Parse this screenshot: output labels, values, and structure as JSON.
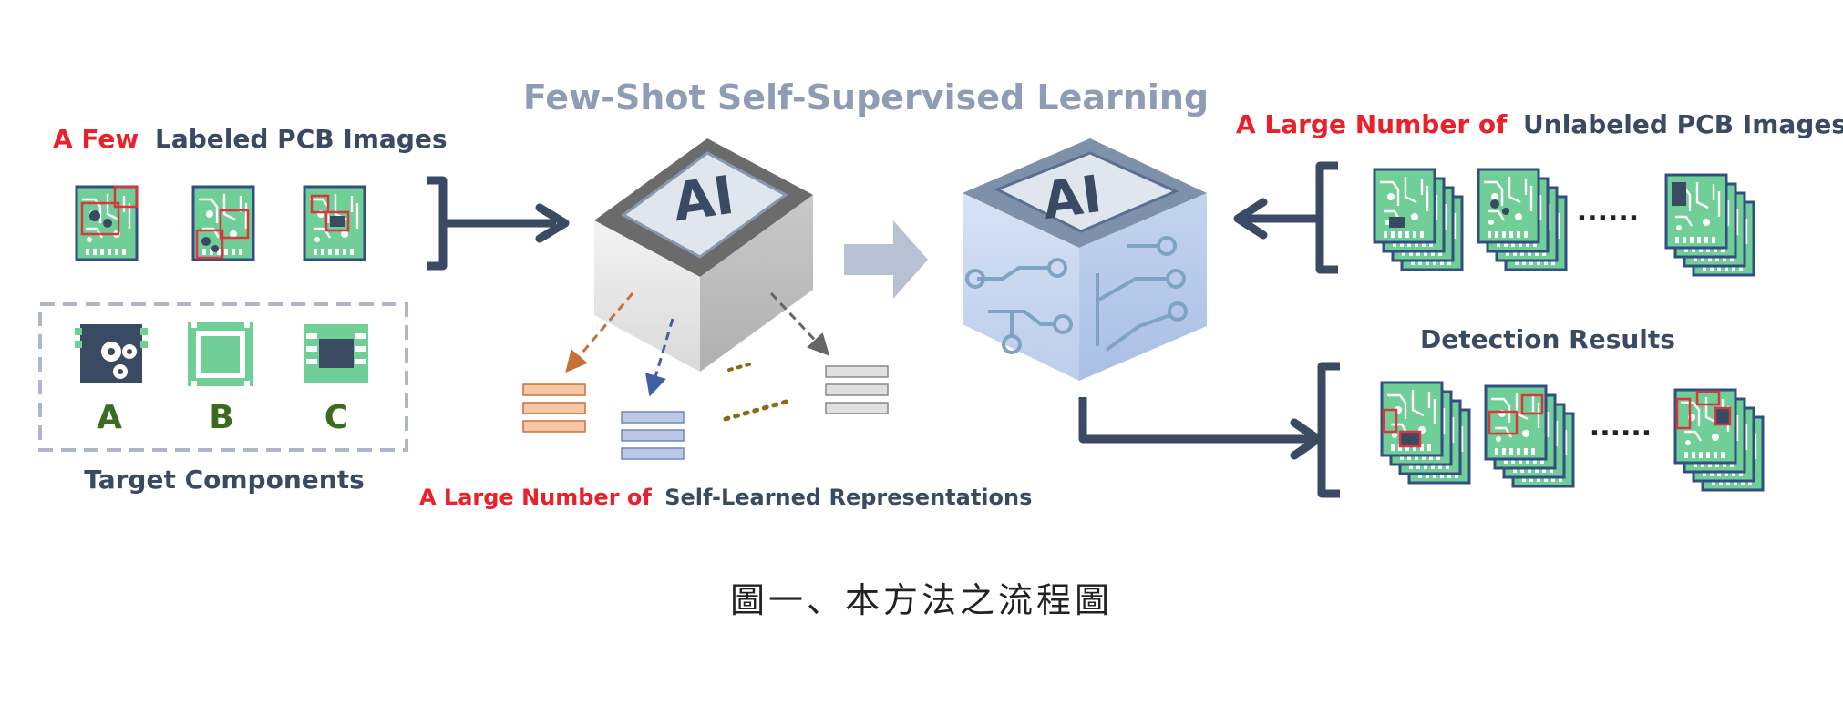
{
  "left": {
    "heading_red": "A Few",
    "heading_dark": "Labeled PCB Images",
    "components": [
      {
        "letter": "A"
      },
      {
        "letter": "B"
      },
      {
        "letter": "C"
      }
    ],
    "components_label": "Target Components"
  },
  "center": {
    "title": "Few-Shot Self-Supervised Learning",
    "chip_text": "AI",
    "repr_red": "A Large Number of",
    "repr_dark": "Self-Learned Representations"
  },
  "right": {
    "heading_red": "A Large Number of",
    "heading_dark": "Unlabeled PCB Images",
    "ellipsis": "......",
    "results_label": "Detection Results"
  },
  "caption": "圖一、本方法之流程圖",
  "colors": {
    "dark": "#3a4a63",
    "red": "#e8212a",
    "title_gray": "#8e9db5",
    "pcb": "#6fcf97",
    "pcb_border": "#334e80",
    "letter_green": "#3a6b1f",
    "box_red": "#d9363e",
    "arrow_gray": "#b6c2d3"
  }
}
